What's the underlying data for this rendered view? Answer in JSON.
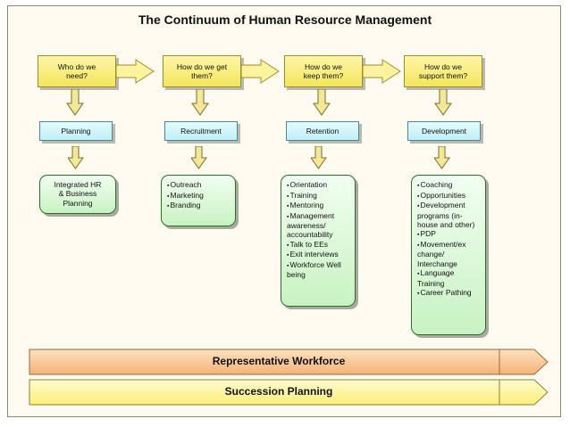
{
  "title": "The Continuum of Human Resource Management",
  "stages": [
    {
      "question": "Who do we\nneed?",
      "category": "Planning",
      "detail_text": "Integrated HR\n& Business\nPlanning"
    },
    {
      "question": "How do we get\nthem?",
      "category": "Recruitment",
      "items": [
        "Outreach",
        "Marketing",
        "Branding"
      ]
    },
    {
      "question": "How do we\nkeep them?",
      "category": "Retention",
      "items": [
        "Orientation",
        "Training",
        "Mentoring",
        "Management awareness/ accountability",
        "Talk to EEs",
        "Exit interviews",
        "Workforce Well being"
      ]
    },
    {
      "question": "How do we\nsupport them?",
      "category": "Development",
      "items": [
        "Coaching",
        "Opportunities",
        "Development programs (in-house and other)",
        "PDP",
        "Movement/ex change/ Interchange",
        "Language Training",
        "Career Pathing"
      ]
    }
  ],
  "bands": [
    "Representative Workforce",
    "Succession Planning"
  ],
  "colors": {
    "question_box": "#f4e55c",
    "category_box": "#bfeef7",
    "card": "#c9f2c3",
    "band_workforce": "#f6c088",
    "band_succession": "#fff7a0"
  }
}
